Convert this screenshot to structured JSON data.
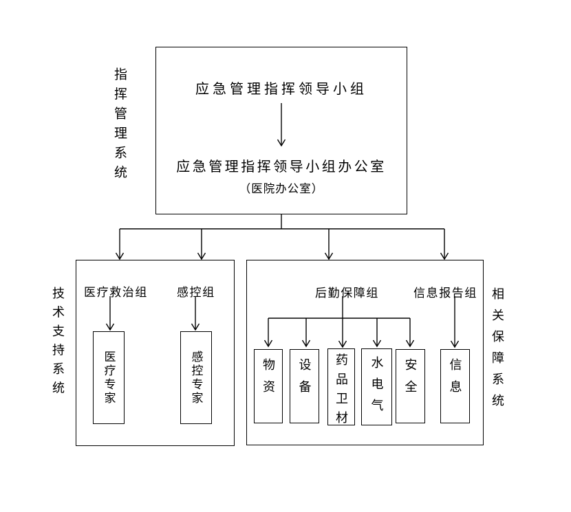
{
  "diagram": {
    "side_labels": {
      "command": "指挥管理系统",
      "technical": "技术支持系统",
      "support": "相关保障系统"
    },
    "top_box": {
      "title": "应急管理指挥领导小组",
      "office": "应急管理指挥领导小组办公室",
      "office_sub": "（医院办公室）"
    },
    "left_group": {
      "teams": [
        {
          "label": "医疗救治组",
          "box": "医疗专家"
        },
        {
          "label": "感控组",
          "box": "感控专家"
        }
      ]
    },
    "right_group": {
      "logistics_label": "后勤保障组",
      "info_label": "信息报告组",
      "boxes": [
        "物资",
        "设备",
        "药品卫材",
        "水电气",
        "安全",
        "信息"
      ]
    }
  }
}
